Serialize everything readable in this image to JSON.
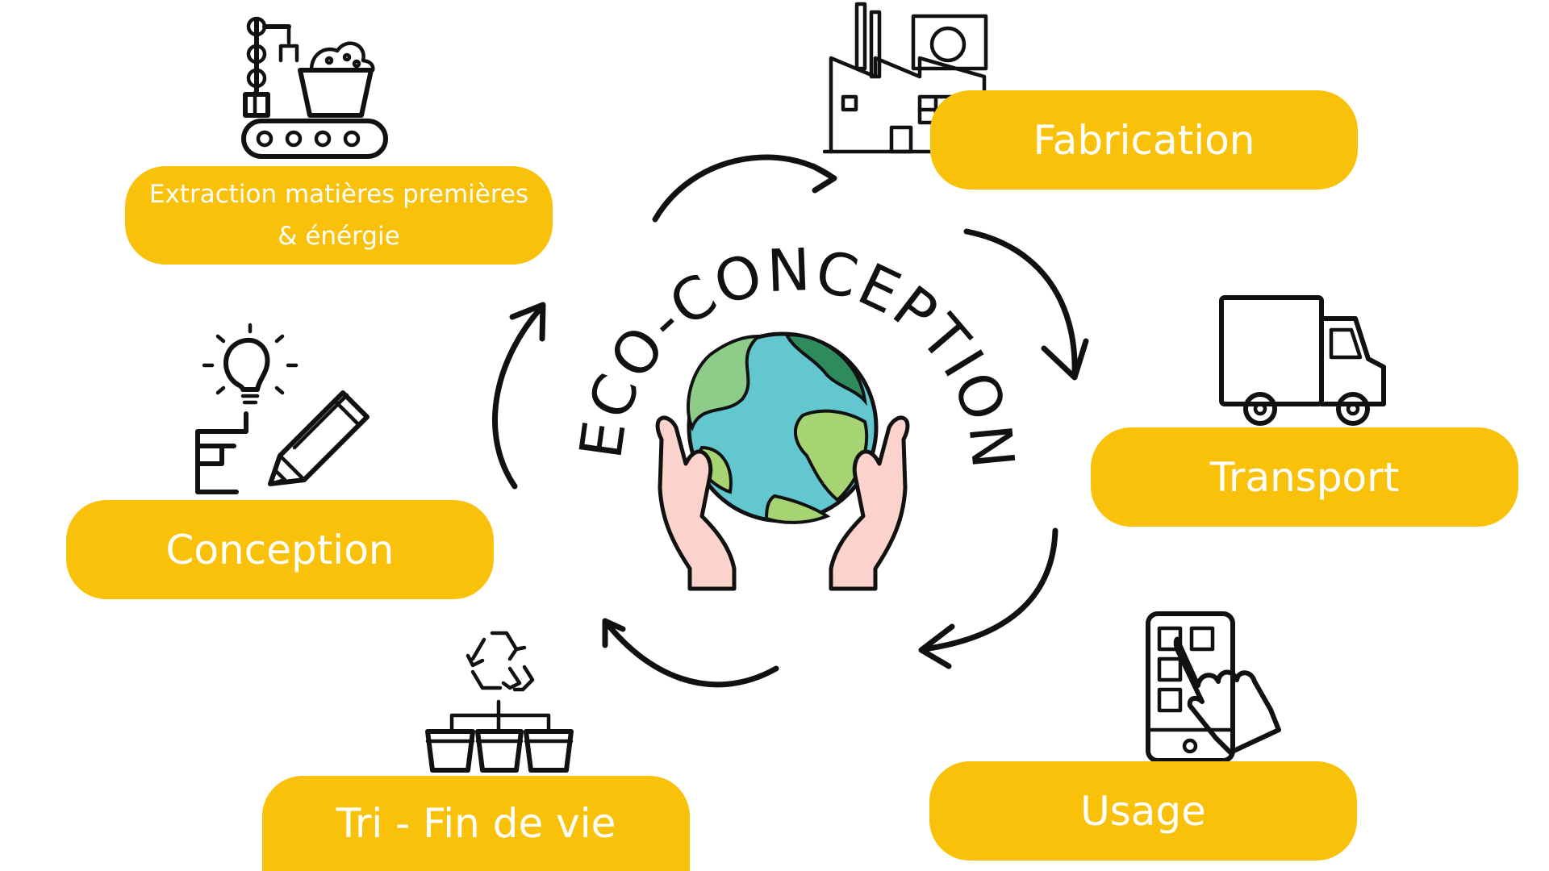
{
  "center": {
    "title": "ECO-CONCEPTION",
    "icon": "hands-holding-earth-icon"
  },
  "stages": [
    {
      "id": "extraction",
      "label_line1": "Extraction matières premières",
      "label_line2": "& énérgie",
      "icon": "mining-robot-arm-conveyor-icon"
    },
    {
      "id": "fabrication",
      "label": "Fabrication",
      "icon": "factory-icon"
    },
    {
      "id": "transport",
      "label": "Transport",
      "icon": "delivery-truck-icon"
    },
    {
      "id": "usage",
      "label": "Usage",
      "icon": "smartphone-touch-icon"
    },
    {
      "id": "tri",
      "label": "Tri - Fin de vie",
      "icon": "recycle-sorting-bins-icon"
    },
    {
      "id": "conception",
      "label": "Conception",
      "icon": "idea-bulb-pencil-icon"
    }
  ],
  "colors": {
    "pill": "#F9C10A",
    "pill_text": "#FFFFFF",
    "ink": "#111111",
    "ocean": "#63C7CF",
    "land_light": "#A6D472",
    "land_dark": "#2E8B5E",
    "land_mid": "#8ECC8A",
    "hand": "#FBD3CC"
  }
}
